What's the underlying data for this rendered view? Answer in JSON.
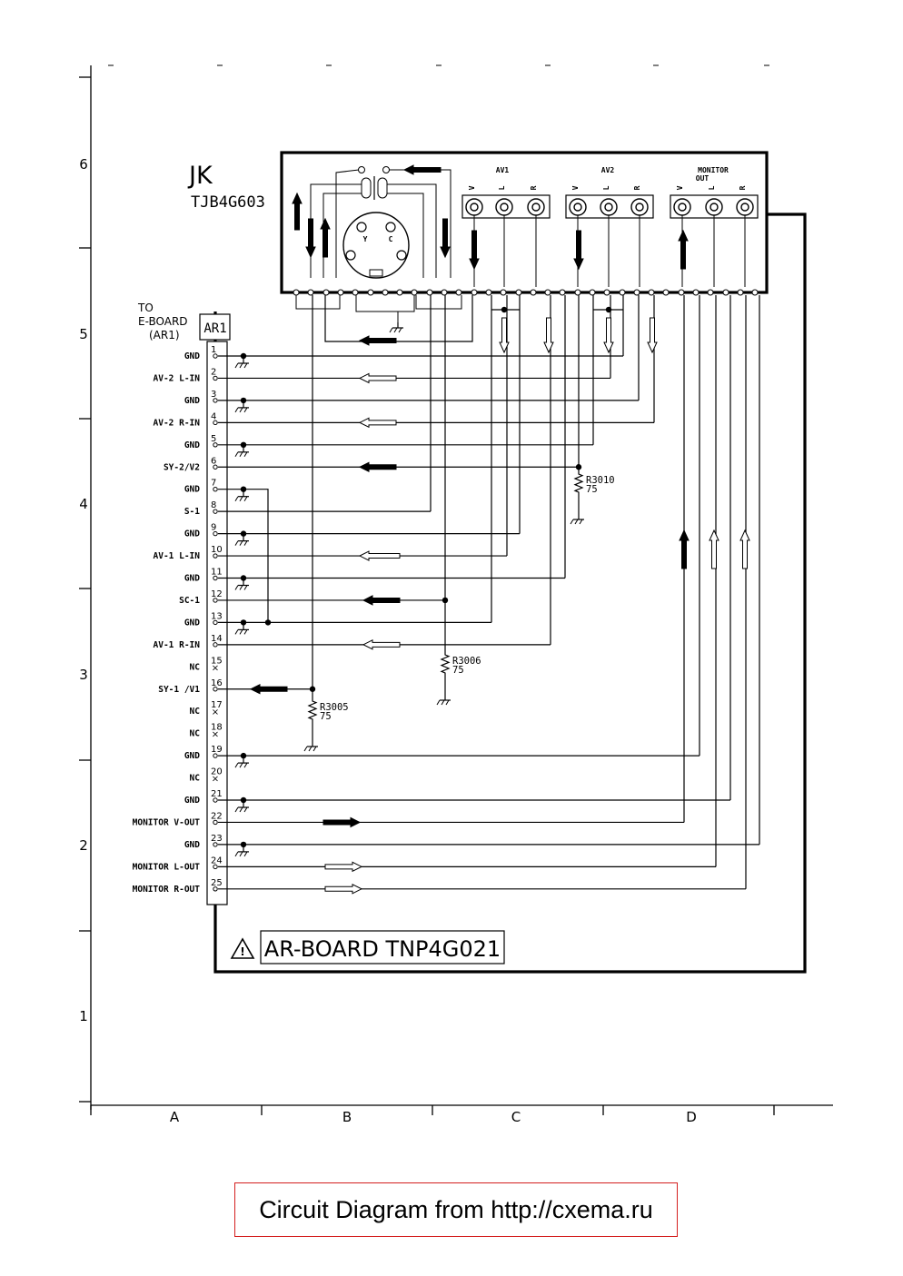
{
  "grid": {
    "rows": [
      "6",
      "5",
      "4",
      "3",
      "2",
      "1"
    ],
    "cols": [
      "A",
      "B",
      "C",
      "D"
    ]
  },
  "jack": {
    "name": "JK",
    "part": "TJB4G603",
    "groups": [
      {
        "title": "AV1",
        "subtitle": "",
        "terminals": [
          "V",
          "L",
          "R"
        ]
      },
      {
        "title": "AV2",
        "subtitle": "",
        "terminals": [
          "V",
          "L",
          "R"
        ]
      },
      {
        "title": "MONITOR",
        "subtitle": "OUT",
        "terminals": [
          "V",
          "L",
          "R"
        ]
      }
    ],
    "svideo_letters": [
      "Y",
      "C"
    ]
  },
  "connector": {
    "to_line1": "TO",
    "to_line2": "E-BOARD",
    "to_line3": "(AR1)",
    "name": "AR1",
    "pins": [
      {
        "num": "1",
        "label": "GND"
      },
      {
        "num": "2",
        "label": "AV-2 L-IN"
      },
      {
        "num": "3",
        "label": "GND"
      },
      {
        "num": "4",
        "label": "AV-2 R-IN"
      },
      {
        "num": "5",
        "label": "GND"
      },
      {
        "num": "6",
        "label": "SY-2/V2"
      },
      {
        "num": "7",
        "label": "GND"
      },
      {
        "num": "8",
        "label": "S-1"
      },
      {
        "num": "9",
        "label": "GND"
      },
      {
        "num": "10",
        "label": "AV-1 L-IN"
      },
      {
        "num": "11",
        "label": "GND"
      },
      {
        "num": "12",
        "label": "SC-1"
      },
      {
        "num": "13",
        "label": "GND"
      },
      {
        "num": "14",
        "label": "AV-1 R-IN"
      },
      {
        "num": "15",
        "label": "NC"
      },
      {
        "num": "16",
        "label": "SY-1 /V1"
      },
      {
        "num": "17",
        "label": "NC"
      },
      {
        "num": "18",
        "label": "NC"
      },
      {
        "num": "19",
        "label": "GND"
      },
      {
        "num": "20",
        "label": "NC"
      },
      {
        "num": "21",
        "label": "GND"
      },
      {
        "num": "22",
        "label": "MONITOR V-OUT"
      },
      {
        "num": "23",
        "label": "GND"
      },
      {
        "num": "24",
        "label": "MONITOR L-OUT"
      },
      {
        "num": "25",
        "label": "MONITOR R-OUT"
      }
    ]
  },
  "resistors": [
    {
      "ref": "R3010",
      "value": "75"
    },
    {
      "ref": "R3006",
      "value": "75"
    },
    {
      "ref": "R3005",
      "value": "75"
    }
  ],
  "board": {
    "warning_symbol": "!",
    "title": "AR-BOARD TNP4G021"
  },
  "credit": "Circuit Diagram from http://cxema.ru"
}
